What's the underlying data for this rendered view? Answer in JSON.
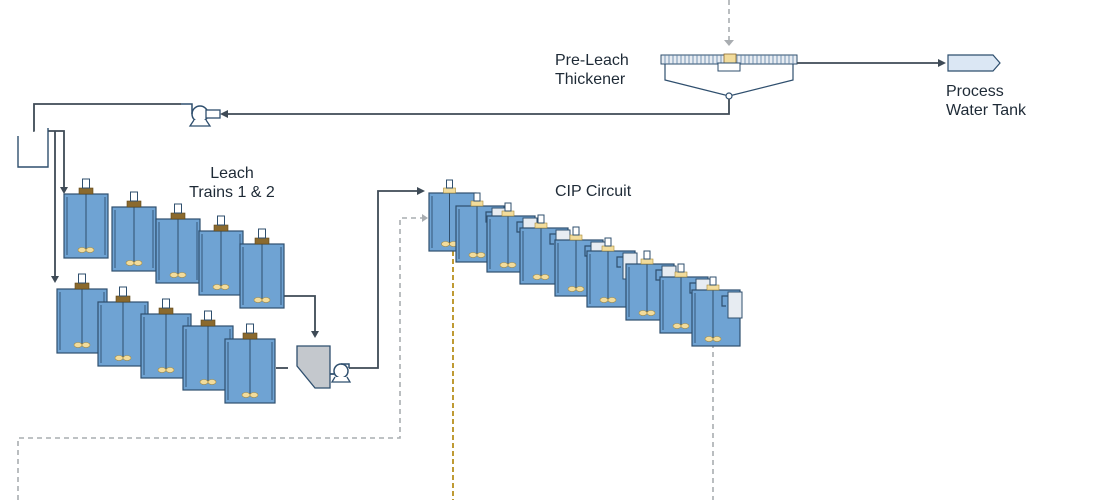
{
  "labels": {
    "thickener_line1": "Pre-Leach",
    "thickener_line2": "Thickener",
    "water_tank_line1": "Process",
    "water_tank_line2": "Water Tank",
    "leach_line1": "Leach",
    "leach_line2": "Trains 1 & 2",
    "cip": "CIP Circuit"
  },
  "colors": {
    "tank_fill": "#6fa3d3",
    "tank_stroke": "#2f4f6e",
    "pipe": "#3e4a56",
    "dashed_gray": "#a9adb1",
    "dashed_gold": "#b8901e",
    "agitator": "#f2dc9c",
    "motor": "#8b6a2e",
    "hopper_fill": "#c4c8cd",
    "screen_fill": "#e7ecf2",
    "water_tank_fill": "#dbe7f4"
  },
  "icons": {
    "pump": "centrifugal-pump-icon",
    "agitator": "impeller-icon",
    "thickener": "thickener-icon",
    "water_tank": "storage-tank-icon"
  }
}
